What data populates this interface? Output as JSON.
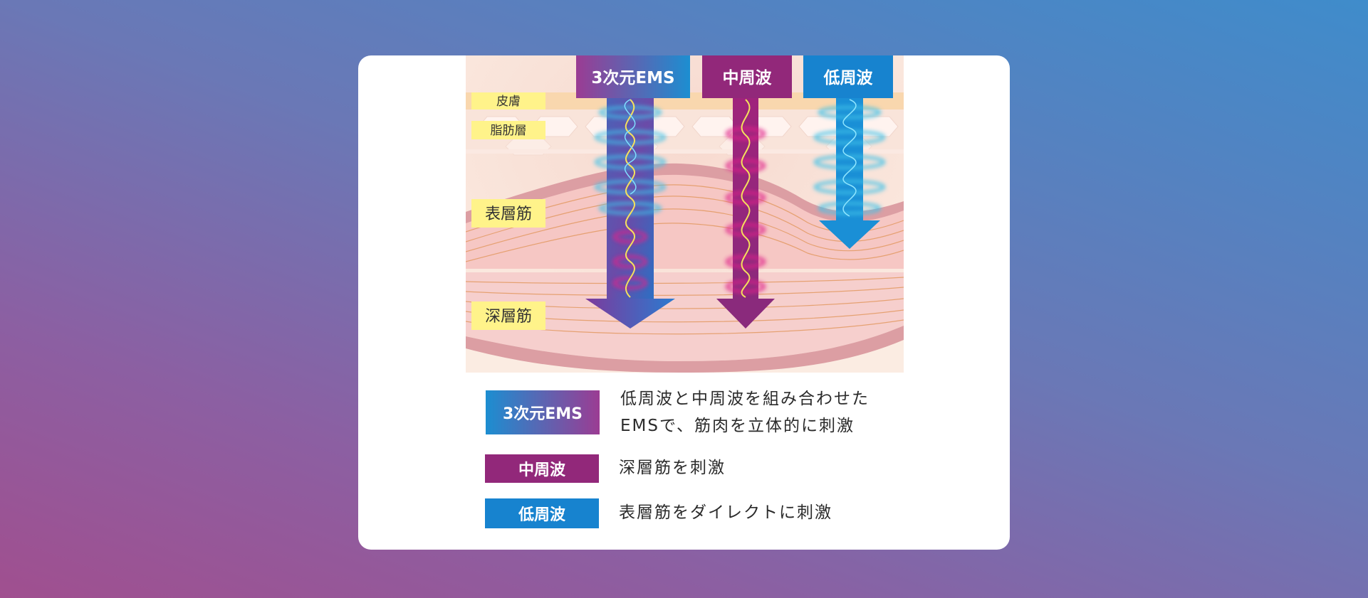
{
  "diagram": {
    "columns": [
      {
        "label": "3次元EMS",
        "color_from": "#9b3c93",
        "color_to": "#1c8ed1"
      },
      {
        "label": "中周波",
        "color": "#92287a"
      },
      {
        "label": "低周波",
        "color": "#1783cf"
      }
    ],
    "layers": {
      "skin": "皮膚",
      "fat": "脂肪層",
      "surface_muscle": "表層筋",
      "deep_muscle": "深層筋"
    }
  },
  "legend": [
    {
      "badge": "3次元EMS",
      "line1": "低周波と中周波を組み合わせた",
      "line2": "EMSで、筋肉を立体的に刺激"
    },
    {
      "badge": "中周波",
      "line1": "深層筋を刺激"
    },
    {
      "badge": "低周波",
      "line1": "表層筋をダイレクトに刺激"
    }
  ],
  "colors": {
    "mid_frequency": "#92287a",
    "low_frequency": "#1783cf",
    "label_highlight": "#fff38a"
  }
}
